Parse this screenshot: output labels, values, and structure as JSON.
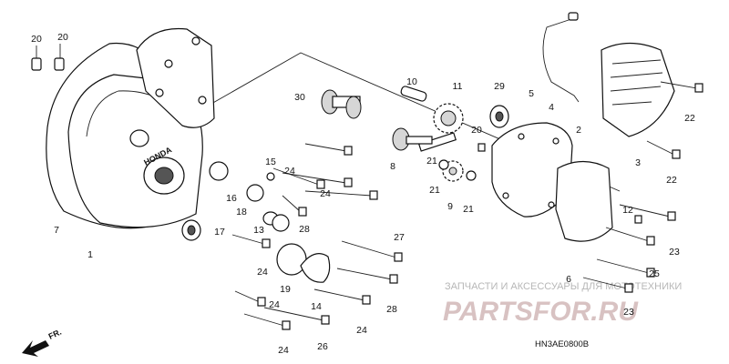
{
  "diagram_code": "HN3AE0800B",
  "watermark": {
    "caption": "ЗАПЧАСТИ И АКСЕССУАРЫ ДЛЯ МОТОТЕХНИКИ",
    "logo": "PARTSFOR.RU"
  },
  "direction_marker": "FR.",
  "callouts": [
    {
      "id": "c20a",
      "label": "20"
    },
    {
      "id": "c20b",
      "label": "20"
    },
    {
      "id": "c7",
      "label": "7"
    },
    {
      "id": "c1",
      "label": "1"
    },
    {
      "id": "c10",
      "label": "10"
    },
    {
      "id": "c30",
      "label": "30"
    },
    {
      "id": "c11",
      "label": "11"
    },
    {
      "id": "c29",
      "label": "29"
    },
    {
      "id": "c5",
      "label": "5"
    },
    {
      "id": "c4",
      "label": "4"
    },
    {
      "id": "c2",
      "label": "2"
    },
    {
      "id": "c22a",
      "label": "22"
    },
    {
      "id": "c22b",
      "label": "22"
    },
    {
      "id": "c3",
      "label": "3"
    },
    {
      "id": "c20c",
      "label": "20"
    },
    {
      "id": "c8",
      "label": "8"
    },
    {
      "id": "c21a",
      "label": "21"
    },
    {
      "id": "c21b",
      "label": "21"
    },
    {
      "id": "c21c",
      "label": "21"
    },
    {
      "id": "c9",
      "label": "9"
    },
    {
      "id": "c15",
      "label": "15"
    },
    {
      "id": "c24a",
      "label": "24"
    },
    {
      "id": "c24b",
      "label": "24"
    },
    {
      "id": "c16",
      "label": "16"
    },
    {
      "id": "c18",
      "label": "18"
    },
    {
      "id": "c13",
      "label": "13"
    },
    {
      "id": "c28a",
      "label": "28"
    },
    {
      "id": "c17",
      "label": "17"
    },
    {
      "id": "c24c",
      "label": "24"
    },
    {
      "id": "c27",
      "label": "27"
    },
    {
      "id": "c19",
      "label": "19"
    },
    {
      "id": "c14",
      "label": "14"
    },
    {
      "id": "c28b",
      "label": "28"
    },
    {
      "id": "c24d",
      "label": "24"
    },
    {
      "id": "c24e",
      "label": "24"
    },
    {
      "id": "c26",
      "label": "26"
    },
    {
      "id": "c24f",
      "label": "24"
    },
    {
      "id": "c12",
      "label": "12"
    },
    {
      "id": "c23a",
      "label": "23"
    },
    {
      "id": "c25",
      "label": "25"
    },
    {
      "id": "c6",
      "label": "6"
    },
    {
      "id": "c23b",
      "label": "23"
    }
  ]
}
